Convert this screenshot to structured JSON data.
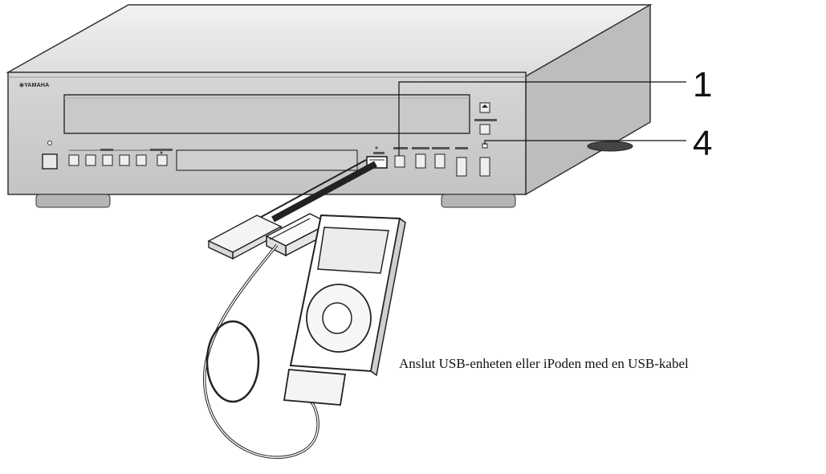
{
  "device": {
    "brand_logo": "⊛YAMAHA"
  },
  "callouts": {
    "label_1": "1",
    "label_4": "4"
  },
  "caption": "Anslut USB-enheten eller iPoden med en USB-kabel"
}
